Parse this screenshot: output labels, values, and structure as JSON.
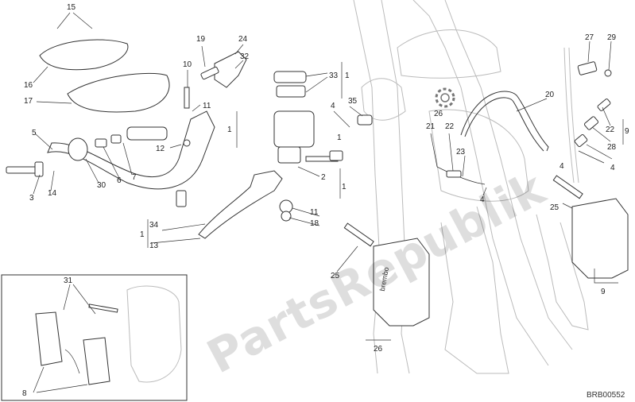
{
  "watermark": "PartsRepublik",
  "diagram_code": "BRB00552",
  "labels": {
    "l15": "15",
    "l16": "16",
    "l17": "17",
    "l5": "5",
    "l3": "3",
    "l14": "14",
    "l30": "30",
    "l6": "6",
    "l7": "7",
    "l10": "10",
    "l11a": "11",
    "l12": "12",
    "l19": "19",
    "l24": "24",
    "l32": "32",
    "l33": "33",
    "l1a": "1",
    "l1b": "1",
    "l4a": "4",
    "l35": "35",
    "l1c": "1",
    "l2": "2",
    "l1d": "1",
    "l11b": "11",
    "l18": "18",
    "l34": "34",
    "l1e": "1",
    "l13": "13",
    "l26a": "26",
    "l21": "21",
    "l22a": "22",
    "l20": "20",
    "l23": "23",
    "l4b": "4",
    "l27": "27",
    "l29": "29",
    "l31": "31",
    "l9a": "9",
    "l22b": "22",
    "l28": "28",
    "l4c": "4",
    "l4d": "4",
    "l25a": "25",
    "l25b": "25",
    "l26b": "26",
    "l9b": "9",
    "l8": "8"
  }
}
